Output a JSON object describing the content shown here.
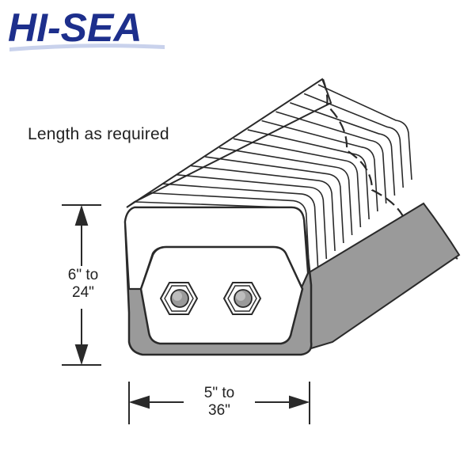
{
  "brand": {
    "logo_text": "HI-SEA",
    "primary_color": "#1d2f8c",
    "accent_color": "#c9d2ec"
  },
  "diagram": {
    "length_label": "Length as required",
    "height_label_line1": "6\" to",
    "height_label_line2": "24\"",
    "width_label_line1": "5\" to",
    "width_label_line2": "36\""
  },
  "colors": {
    "outline": "#2a2a2a",
    "fender_gray": "#9a9a9a",
    "face_fill": "#ffffff"
  },
  "icons": [
    "hex-nut-icon",
    "hex-nut-icon",
    "arrow-up-icon",
    "arrow-down-icon",
    "arrow-left-icon",
    "arrow-right-icon"
  ]
}
